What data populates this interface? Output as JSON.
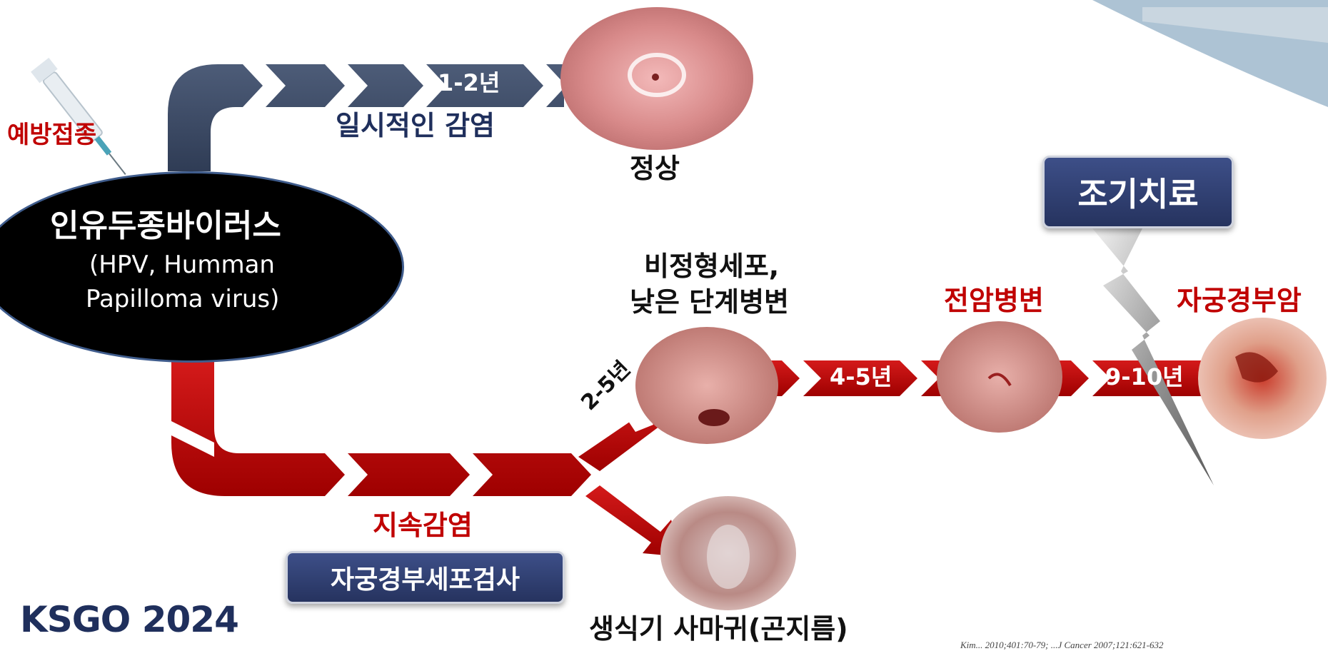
{
  "vaccination": "예방접종",
  "virus": {
    "title": "인유두종바이러스",
    "subtitle_line1": "(HPV, Humman",
    "subtitle_line2": "Papilloma virus)"
  },
  "upper_path": {
    "duration": "1-2년",
    "label": "일시적인 감염",
    "outcome": "정상"
  },
  "lower_path": {
    "label": "지속감염",
    "screening_box": "자궁경부세포검사",
    "branch_duration": "2-5년"
  },
  "stages": {
    "low_grade_line1": "비정형세포,",
    "low_grade_line2": "낮은 단계병변",
    "to_precancer": "4-5년",
    "precancer": "전암병변",
    "to_cancer": "9-10년",
    "cancer": "자궁경부암",
    "warts": "생식기 사마귀(곤지름)"
  },
  "early_treatment": "조기치료",
  "footer_logo": "KSGO 2024",
  "citation": "Kim... 2010;401:70-79; ...J Cancer 2007;121:621-632",
  "colors": {
    "red": "#c00000",
    "navy": "#1f2f5c",
    "slate_arrow": "#3e4d66",
    "box_fill": "#2e3d6e"
  }
}
